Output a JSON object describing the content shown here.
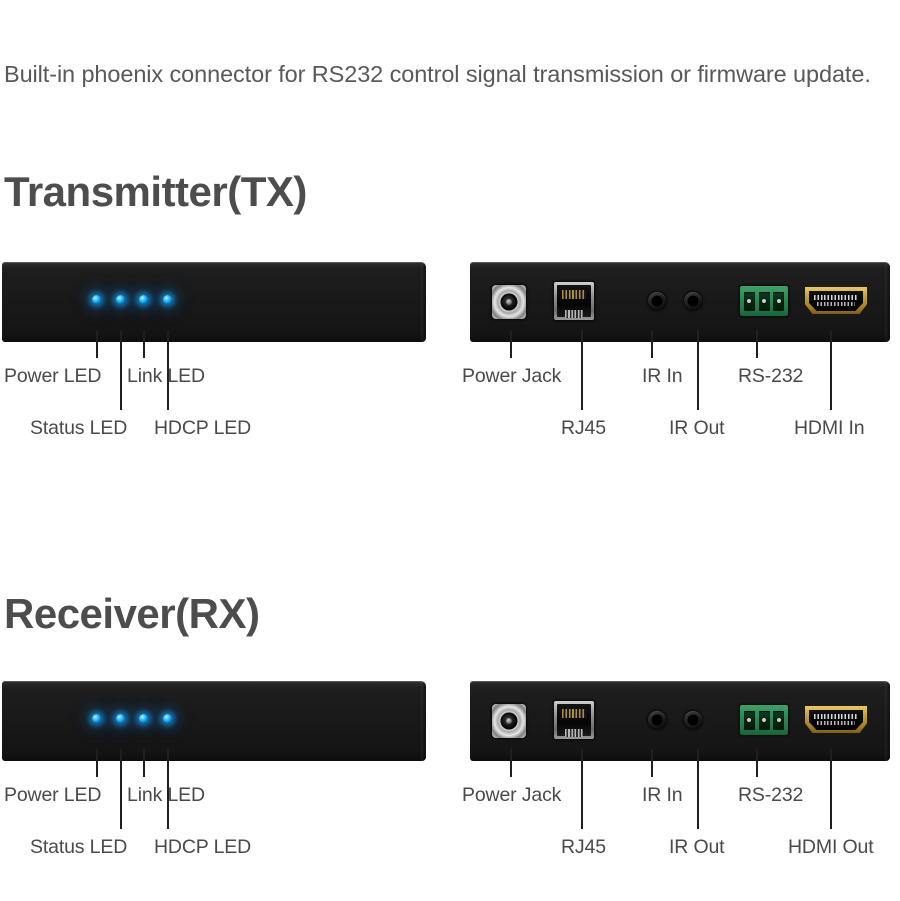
{
  "intro": {
    "text": "Built-in phoenix connector for RS232 control signal transmission or firmware update."
  },
  "sections": [
    {
      "id": "tx",
      "title": "Transmitter(TX)",
      "front_panel": {
        "leds": [
          {
            "name": "power-led",
            "color": "#10a2f0"
          },
          {
            "name": "status-led",
            "color": "#10a2f0"
          },
          {
            "name": "link-led",
            "color": "#10a2f0"
          },
          {
            "name": "hdcp-led",
            "color": "#10a2f0"
          }
        ],
        "callouts": [
          {
            "label": "Power LED",
            "row": "upper"
          },
          {
            "label": "Status LED",
            "row": "lower"
          },
          {
            "label": "Link LED",
            "row": "upper"
          },
          {
            "label": "HDCP LED",
            "row": "lower"
          }
        ]
      },
      "rear_panel": {
        "connectors": [
          {
            "name": "dc-power-jack",
            "type": "barrel"
          },
          {
            "name": "rj45-port",
            "type": "rj45"
          },
          {
            "name": "ir-in-jack",
            "type": "minijack"
          },
          {
            "name": "ir-out-jack",
            "type": "minijack"
          },
          {
            "name": "rs232-phoenix",
            "type": "phoenix",
            "pins": 3,
            "color": "#2e8d58"
          },
          {
            "name": "hdmi-in-port",
            "type": "hdmi",
            "color": "#c79f3c"
          }
        ],
        "callouts": [
          {
            "label": "Power Jack",
            "row": "upper"
          },
          {
            "label": "RJ45",
            "row": "lower"
          },
          {
            "label": "IR In",
            "row": "upper"
          },
          {
            "label": "IR Out",
            "row": "lower"
          },
          {
            "label": "RS-232",
            "row": "upper"
          },
          {
            "label": "HDMI In",
            "row": "lower"
          }
        ]
      }
    },
    {
      "id": "rx",
      "title": "Receiver(RX)",
      "front_panel": {
        "leds": [
          {
            "name": "power-led",
            "color": "#10a2f0"
          },
          {
            "name": "status-led",
            "color": "#10a2f0"
          },
          {
            "name": "link-led",
            "color": "#10a2f0"
          },
          {
            "name": "hdcp-led",
            "color": "#10a2f0"
          }
        ],
        "callouts": [
          {
            "label": "Power LED",
            "row": "upper"
          },
          {
            "label": "Status LED",
            "row": "lower"
          },
          {
            "label": "Link LED",
            "row": "upper"
          },
          {
            "label": "HDCP LED",
            "row": "lower"
          }
        ]
      },
      "rear_panel": {
        "connectors": [
          {
            "name": "dc-power-jack",
            "type": "barrel"
          },
          {
            "name": "rj45-port",
            "type": "rj45"
          },
          {
            "name": "ir-in-jack",
            "type": "minijack"
          },
          {
            "name": "ir-out-jack",
            "type": "minijack"
          },
          {
            "name": "rs232-phoenix",
            "type": "phoenix",
            "pins": 3,
            "color": "#2e8d58"
          },
          {
            "name": "hdmi-out-port",
            "type": "hdmi",
            "color": "#c79f3c"
          }
        ],
        "callouts": [
          {
            "label": "Power Jack",
            "row": "upper"
          },
          {
            "label": "RJ45",
            "row": "lower"
          },
          {
            "label": "IR In",
            "row": "upper"
          },
          {
            "label": "IR Out",
            "row": "lower"
          },
          {
            "label": "RS-232",
            "row": "upper"
          },
          {
            "label": "HDMI Out",
            "row": "lower"
          }
        ]
      }
    }
  ]
}
